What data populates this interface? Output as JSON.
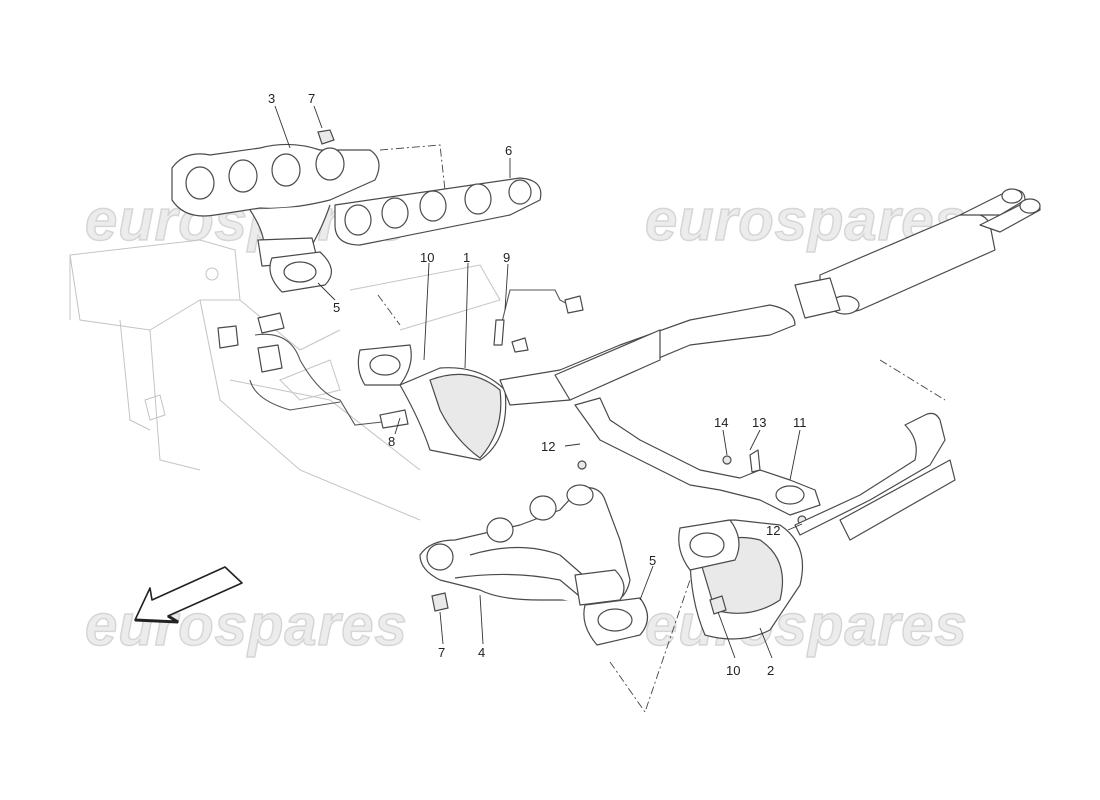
{
  "watermark": {
    "text": "eurospares"
  },
  "callouts": [
    {
      "id": "c1",
      "label": "1"
    },
    {
      "id": "c2",
      "label": "2"
    },
    {
      "id": "c3",
      "label": "3"
    },
    {
      "id": "c4",
      "label": "4"
    },
    {
      "id": "c5a",
      "label": "5"
    },
    {
      "id": "c5b",
      "label": "5"
    },
    {
      "id": "c6",
      "label": "6"
    },
    {
      "id": "c7a",
      "label": "7"
    },
    {
      "id": "c7b",
      "label": "7"
    },
    {
      "id": "c8",
      "label": "8"
    },
    {
      "id": "c9",
      "label": "9"
    },
    {
      "id": "c10a",
      "label": "10"
    },
    {
      "id": "c10b",
      "label": "10"
    },
    {
      "id": "c11",
      "label": "11"
    },
    {
      "id": "c12a",
      "label": "12"
    },
    {
      "id": "c12b",
      "label": "12"
    },
    {
      "id": "c13",
      "label": "13"
    },
    {
      "id": "c14",
      "label": "14"
    }
  ]
}
